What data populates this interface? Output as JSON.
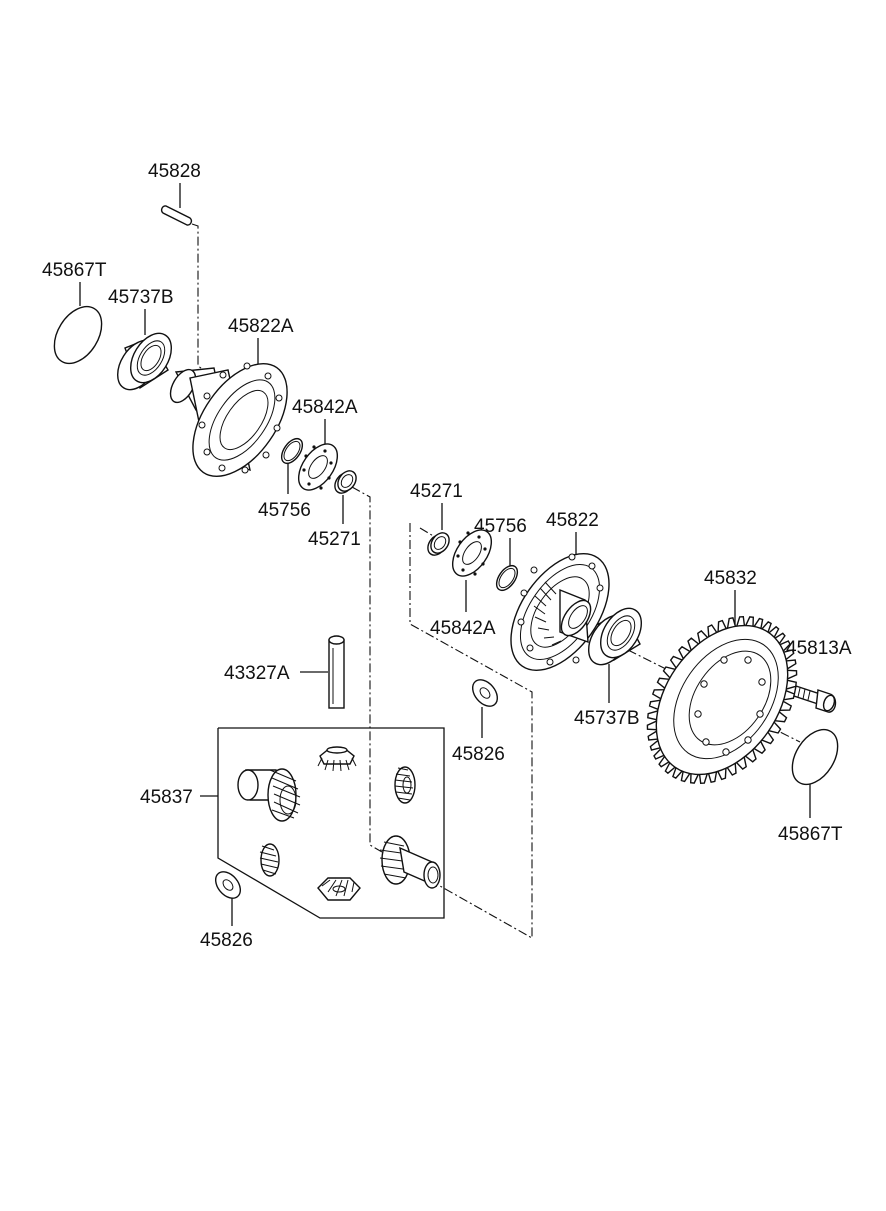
{
  "diagram": {
    "parts": [
      {
        "id": "p45828",
        "label": "45828"
      },
      {
        "id": "p45867T_a",
        "label": "45867T"
      },
      {
        "id": "p45737B_a",
        "label": "45737B"
      },
      {
        "id": "p45822A",
        "label": "45822A"
      },
      {
        "id": "p45842A_a",
        "label": "45842A"
      },
      {
        "id": "p45756_a",
        "label": "45756"
      },
      {
        "id": "p45271_a",
        "label": "45271"
      },
      {
        "id": "p45271_b",
        "label": "45271"
      },
      {
        "id": "p45756_b",
        "label": "45756"
      },
      {
        "id": "p45822",
        "label": "45822"
      },
      {
        "id": "p45842A_b",
        "label": "45842A"
      },
      {
        "id": "p45832",
        "label": "45832"
      },
      {
        "id": "p45813A",
        "label": "45813A"
      },
      {
        "id": "p43327A",
        "label": "43327A"
      },
      {
        "id": "p45737B_b",
        "label": "45737B"
      },
      {
        "id": "p45826_a",
        "label": "45826"
      },
      {
        "id": "p45837",
        "label": "45837"
      },
      {
        "id": "p45867T_b",
        "label": "45867T"
      },
      {
        "id": "p45826_b",
        "label": "45826"
      }
    ]
  }
}
